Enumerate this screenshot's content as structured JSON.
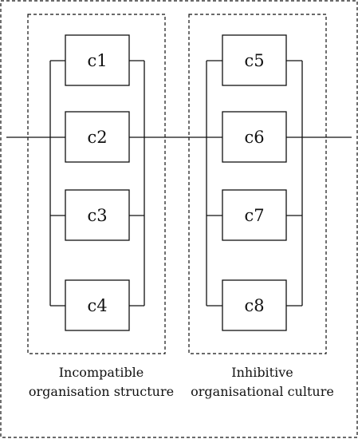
{
  "groups": [
    {
      "label_line1": "Incompatible",
      "label_line2": "organisation structure",
      "components": [
        "c1",
        "c2",
        "c3",
        "c4"
      ]
    },
    {
      "label_line1": "Inhibitive",
      "label_line2": "organisational culture",
      "components": [
        "c5",
        "c6",
        "c7",
        "c8"
      ]
    }
  ]
}
